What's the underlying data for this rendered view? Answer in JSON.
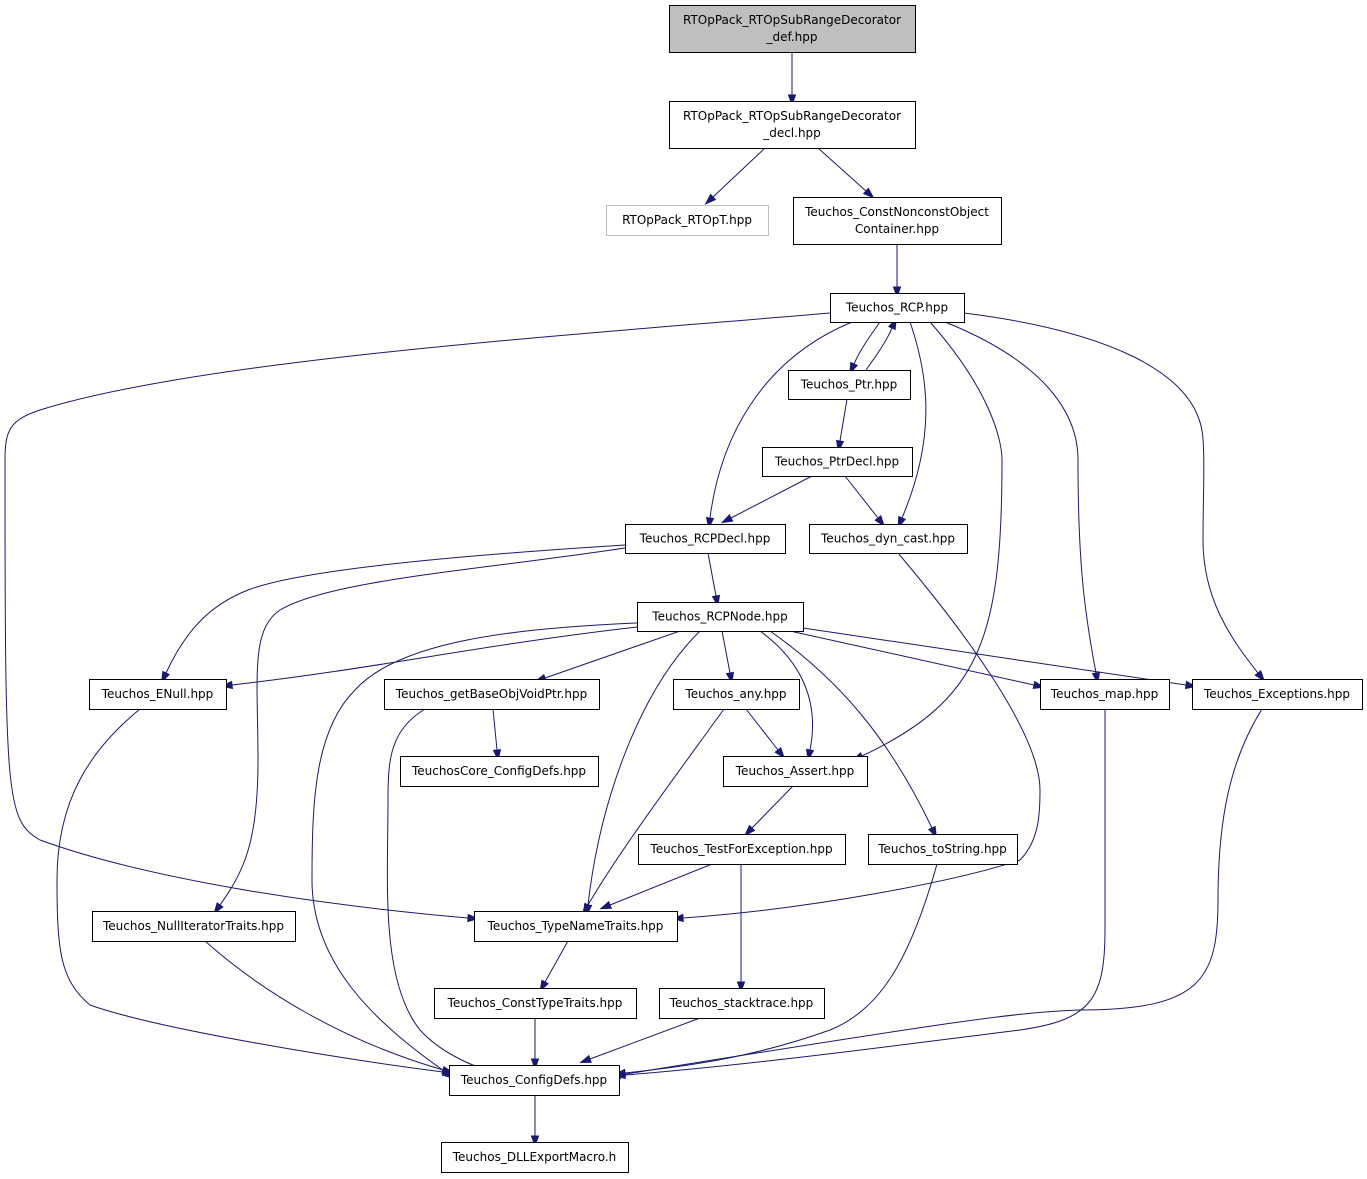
{
  "nodes": [
    {
      "id": "def",
      "lines": [
        "RTOpPack_RTOpSubRangeDecorator",
        "_def.hpp"
      ],
      "style": "root"
    },
    {
      "id": "decl",
      "lines": [
        "RTOpPack_RTOpSubRangeDecorator",
        "_decl.hpp"
      ],
      "style": "normal"
    },
    {
      "id": "rtopt",
      "lines": [
        "RTOpPack_RTOpT.hpp"
      ],
      "style": "external"
    },
    {
      "id": "cnoc",
      "lines": [
        "Teuchos_ConstNonconstObject",
        "Container.hpp"
      ],
      "style": "normal"
    },
    {
      "id": "rcp",
      "lines": [
        "Teuchos_RCP.hpp"
      ],
      "style": "normal"
    },
    {
      "id": "ptr",
      "lines": [
        "Teuchos_Ptr.hpp"
      ],
      "style": "normal"
    },
    {
      "id": "ptrdecl",
      "lines": [
        "Teuchos_PtrDecl.hpp"
      ],
      "style": "normal"
    },
    {
      "id": "rcpdecl",
      "lines": [
        "Teuchos_RCPDecl.hpp"
      ],
      "style": "normal"
    },
    {
      "id": "dyncast",
      "lines": [
        "Teuchos_dyn_cast.hpp"
      ],
      "style": "normal"
    },
    {
      "id": "rcpnode",
      "lines": [
        "Teuchos_RCPNode.hpp"
      ],
      "style": "normal"
    },
    {
      "id": "enull",
      "lines": [
        "Teuchos_ENull.hpp"
      ],
      "style": "normal"
    },
    {
      "id": "getbase",
      "lines": [
        "Teuchos_getBaseObjVoidPtr.hpp"
      ],
      "style": "normal"
    },
    {
      "id": "any",
      "lines": [
        "Teuchos_any.hpp"
      ],
      "style": "normal"
    },
    {
      "id": "map",
      "lines": [
        "Teuchos_map.hpp"
      ],
      "style": "normal"
    },
    {
      "id": "exceptions",
      "lines": [
        "Teuchos_Exceptions.hpp"
      ],
      "style": "normal"
    },
    {
      "id": "coreconfig",
      "lines": [
        "TeuchosCore_ConfigDefs.hpp"
      ],
      "style": "normal"
    },
    {
      "id": "assert",
      "lines": [
        "Teuchos_Assert.hpp"
      ],
      "style": "normal"
    },
    {
      "id": "testforexc",
      "lines": [
        "Teuchos_TestForException.hpp"
      ],
      "style": "normal"
    },
    {
      "id": "tostring",
      "lines": [
        "Teuchos_toString.hpp"
      ],
      "style": "normal"
    },
    {
      "id": "nulliter",
      "lines": [
        "Teuchos_NullIteratorTraits.hpp"
      ],
      "style": "normal"
    },
    {
      "id": "typename",
      "lines": [
        "Teuchos_TypeNameTraits.hpp"
      ],
      "style": "normal"
    },
    {
      "id": "consttype",
      "lines": [
        "Teuchos_ConstTypeTraits.hpp"
      ],
      "style": "normal"
    },
    {
      "id": "stacktrace",
      "lines": [
        "Teuchos_stacktrace.hpp"
      ],
      "style": "normal"
    },
    {
      "id": "configdefs",
      "lines": [
        "Teuchos_ConfigDefs.hpp"
      ],
      "style": "normal"
    },
    {
      "id": "dllexport",
      "lines": [
        "Teuchos_DLLExportMacro.h"
      ],
      "style": "normal"
    }
  ],
  "edges": [
    {
      "from": "def",
      "to": "decl"
    },
    {
      "from": "decl",
      "to": "rtopt"
    },
    {
      "from": "decl",
      "to": "cnoc"
    },
    {
      "from": "cnoc",
      "to": "rcp"
    },
    {
      "from": "rcp",
      "to": "ptr"
    },
    {
      "from": "ptr",
      "to": "rcp"
    },
    {
      "from": "rcp",
      "to": "rcpdecl"
    },
    {
      "from": "rcp",
      "to": "dyncast"
    },
    {
      "from": "rcp",
      "to": "assert"
    },
    {
      "from": "rcp",
      "to": "map"
    },
    {
      "from": "rcp",
      "to": "exceptions"
    },
    {
      "from": "rcp",
      "to": "typename"
    },
    {
      "from": "ptr",
      "to": "ptrdecl"
    },
    {
      "from": "ptrdecl",
      "to": "rcpdecl"
    },
    {
      "from": "ptrdecl",
      "to": "dyncast"
    },
    {
      "from": "rcpdecl",
      "to": "rcpnode"
    },
    {
      "from": "rcpdecl",
      "to": "enull"
    },
    {
      "from": "rcpdecl",
      "to": "nulliter"
    },
    {
      "from": "dyncast",
      "to": "typename"
    },
    {
      "from": "rcpnode",
      "to": "enull"
    },
    {
      "from": "rcpnode",
      "to": "getbase"
    },
    {
      "from": "rcpnode",
      "to": "any"
    },
    {
      "from": "rcpnode",
      "to": "assert"
    },
    {
      "from": "rcpnode",
      "to": "tostring"
    },
    {
      "from": "rcpnode",
      "to": "map"
    },
    {
      "from": "rcpnode",
      "to": "exceptions"
    },
    {
      "from": "rcpnode",
      "to": "typename"
    },
    {
      "from": "rcpnode",
      "to": "configdefs"
    },
    {
      "from": "enull",
      "to": "configdefs"
    },
    {
      "from": "getbase",
      "to": "coreconfig"
    },
    {
      "from": "getbase",
      "to": "configdefs"
    },
    {
      "from": "any",
      "to": "assert"
    },
    {
      "from": "any",
      "to": "typename"
    },
    {
      "from": "assert",
      "to": "testforexc"
    },
    {
      "from": "testforexc",
      "to": "typename"
    },
    {
      "from": "testforexc",
      "to": "stacktrace"
    },
    {
      "from": "tostring",
      "to": "configdefs"
    },
    {
      "from": "map",
      "to": "configdefs"
    },
    {
      "from": "exceptions",
      "to": "configdefs"
    },
    {
      "from": "nulliter",
      "to": "configdefs"
    },
    {
      "from": "typename",
      "to": "consttype"
    },
    {
      "from": "consttype",
      "to": "configdefs"
    },
    {
      "from": "stacktrace",
      "to": "configdefs"
    },
    {
      "from": "configdefs",
      "to": "dllexport"
    }
  ]
}
